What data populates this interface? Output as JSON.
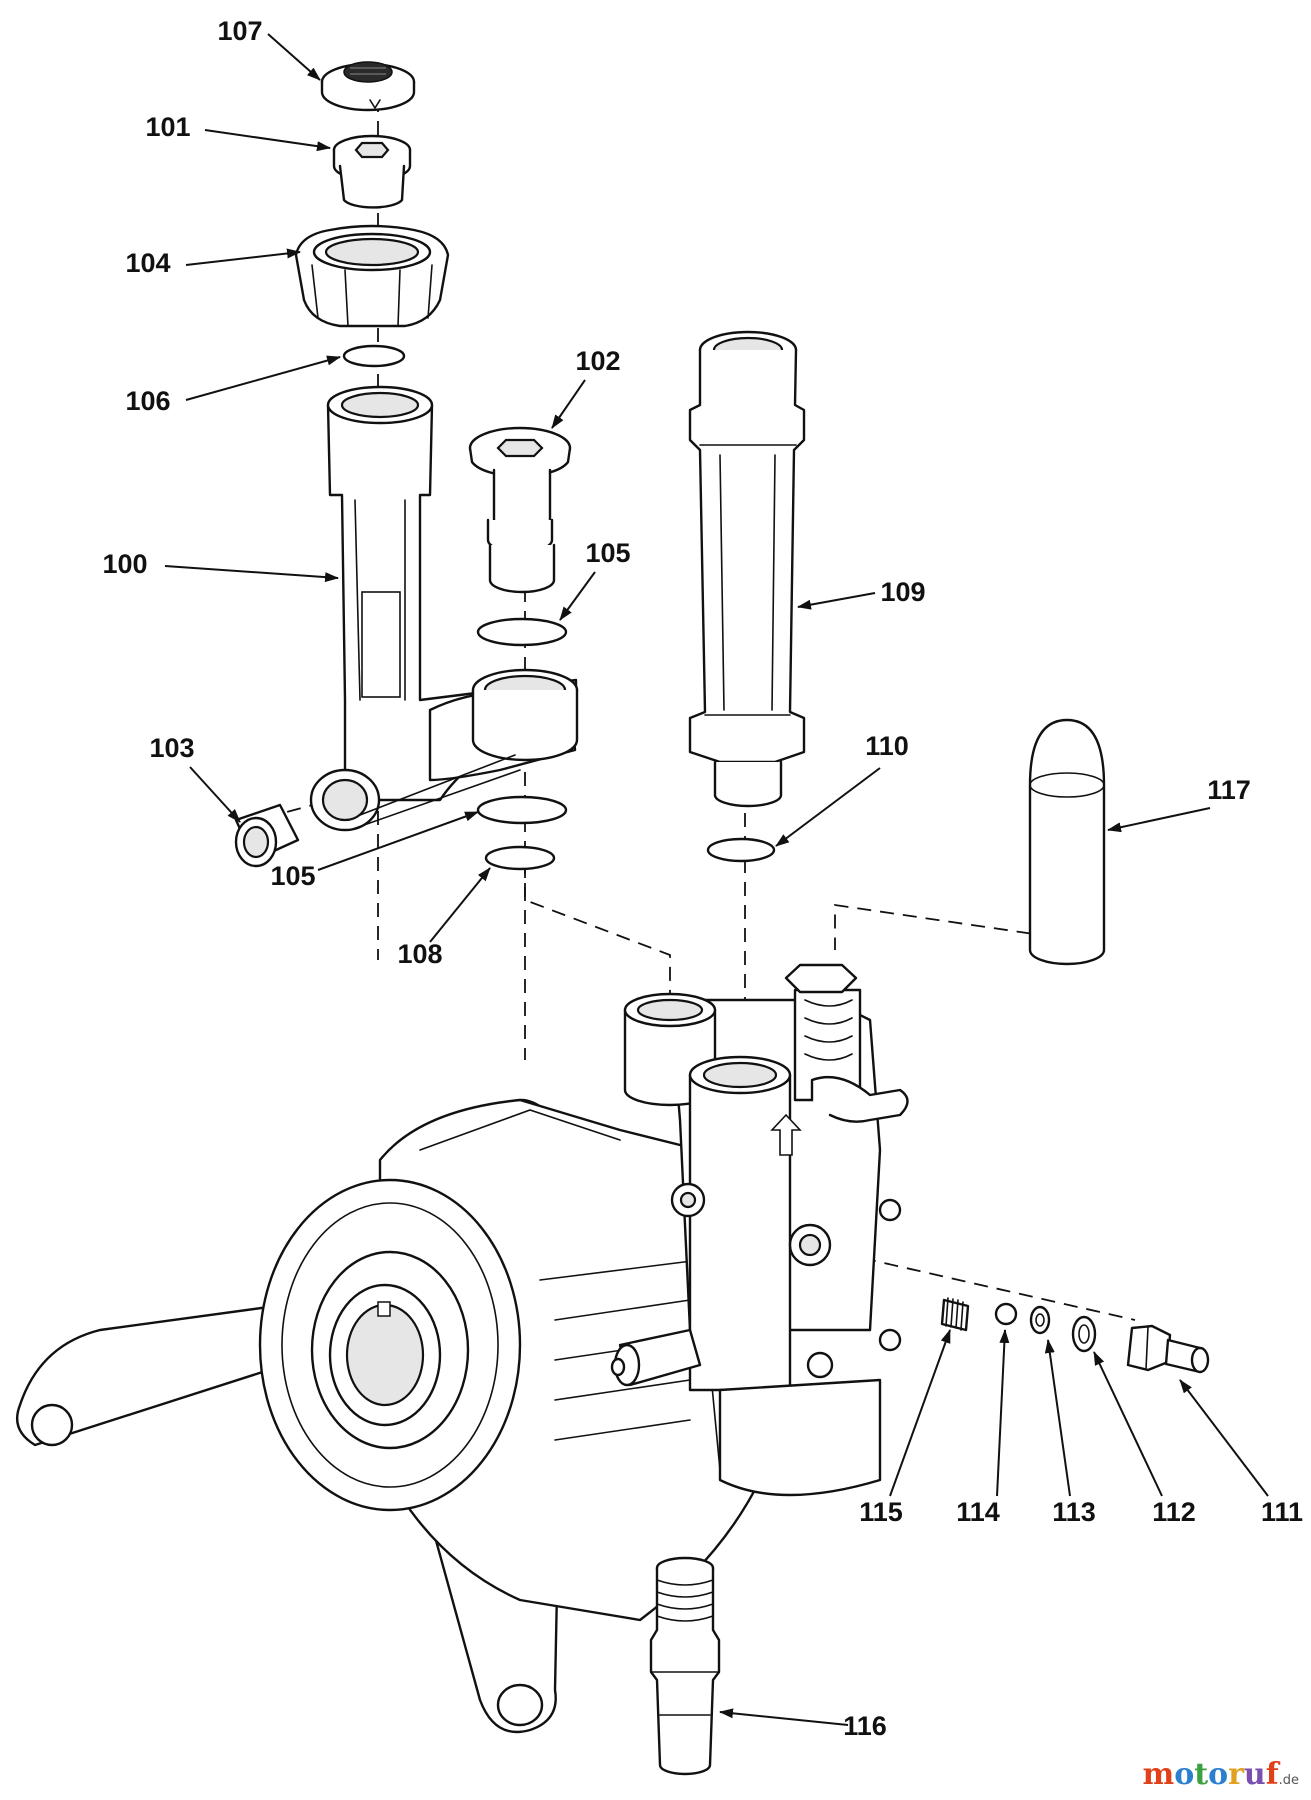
{
  "callouts": [
    {
      "id": "107",
      "label": "107"
    },
    {
      "id": "101",
      "label": "101"
    },
    {
      "id": "104",
      "label": "104"
    },
    {
      "id": "106",
      "label": "106"
    },
    {
      "id": "102",
      "label": "102"
    },
    {
      "id": "100",
      "label": "100"
    },
    {
      "id": "105a",
      "label": "105"
    },
    {
      "id": "109",
      "label": "109"
    },
    {
      "id": "103",
      "label": "103"
    },
    {
      "id": "110",
      "label": "110"
    },
    {
      "id": "117",
      "label": "117"
    },
    {
      "id": "105b",
      "label": "105"
    },
    {
      "id": "108",
      "label": "108"
    },
    {
      "id": "115",
      "label": "115"
    },
    {
      "id": "114",
      "label": "114"
    },
    {
      "id": "113",
      "label": "113"
    },
    {
      "id": "112",
      "label": "112"
    },
    {
      "id": "111",
      "label": "111"
    },
    {
      "id": "116",
      "label": "116"
    }
  ],
  "watermark": {
    "brand": "motoruf",
    "suffix": ".de"
  }
}
